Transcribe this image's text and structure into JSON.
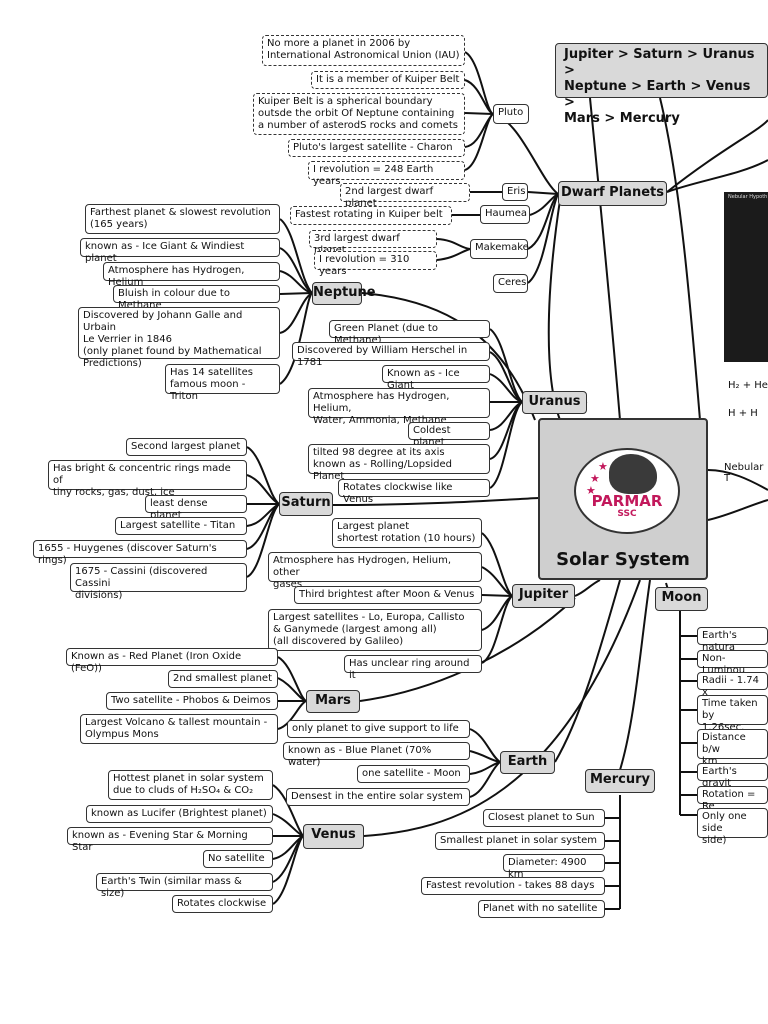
{
  "summary": "Jupiter > Saturn > Uranus >\nNeptune > Earth > Venus >\nMars > Mercury",
  "center": {
    "title": "Solar System",
    "logo_text": "PARMAR",
    "logo_sub": "SSC"
  },
  "nebular": {
    "caption": "Nebular Hypoth",
    "eq1": "H₂ + He",
    "eq2": "H + H",
    "label": "Nebular T"
  },
  "nodes": {
    "dwarf": "Dwarf Planets",
    "pluto": "Pluto",
    "eris": "Eris",
    "haumea": "Haumea",
    "makemake": "Makemake",
    "ceres": "Ceres",
    "neptune": "Neptune",
    "uranus": "Uranus",
    "saturn": "Saturn",
    "jupiter": "Jupiter",
    "mars": "Mars",
    "earth": "Earth",
    "venus": "Venus",
    "mercury": "Mercury",
    "moon": "Moon"
  },
  "pluto_facts": [
    "No more a planet in 2006 by\nInternational Astronomical Union (IAU)",
    "It is a member of Kuiper Belt",
    "Kuiper Belt is a spherical boundary\noutsde the orbit Of Neptune containing\na number of asterodS rocks and comets",
    "Pluto's largest satellite - Charon",
    "I revolution = 248 Earth years"
  ],
  "eris_facts": [
    "2nd largest dwarf planet"
  ],
  "haumea_facts": [
    "Fastest rotating in Kuiper belt"
  ],
  "makemake_facts": [
    "3rd largest dwarf planet",
    "I revolution = 310 years"
  ],
  "neptune_facts": [
    "Farthest planet & slowest revolution\n(165 years)",
    "known as - Ice Giant & Windiest planet",
    "Atmosphere has Hydrogen, Helium",
    "Bluish in colour due to Methane",
    "Discovered by Johann Galle and Urbain\nLe Verrier in 1846\n(only planet found by Mathematical\nPredictions)",
    "Has 14 satellites\nfamous moon - Triton"
  ],
  "uranus_facts": [
    "Green Planet (due to Methane)",
    "Discovered by William Herschel in 1781",
    "Known as - Ice Giant",
    "Atmosphere has Hydrogen, Helium,\nWater, Ammonia, Methane",
    "Coldest planet",
    "tilted 98 degree at its axis\nknown as - Rolling/Lopsided Planet",
    "Rotates clockwise like Venus"
  ],
  "saturn_facts": [
    "Second largest planet",
    "Has bright & concentric rings made of\ntiny rocks, gas, dust, ice",
    "least dense planet",
    "Largest satellite - Titan",
    "1655 - Huygenes (discover Saturn's rings)",
    "1675 - Cassini (discovered Cassini\ndivisions)"
  ],
  "jupiter_facts": [
    "Largest planet\nshortest rotation (10 hours)",
    "Atmosphere has Hydrogen, Helium, other\ngases",
    "Third brightest after Moon & Venus",
    "Largest satellites - Lo, Europa, Callisto\n& Ganymede (largest among all)\n(all discovered by Galileo)",
    "Has unclear ring around it"
  ],
  "mars_facts": [
    "Known as - Red Planet (Iron Oxide (FeO))",
    "2nd smallest planet",
    "Two satellite - Phobos & Deimos",
    "Largest Volcano & tallest mountain -\nOlympus Mons"
  ],
  "earth_facts": [
    "only planet to give support to life",
    "known as - Blue Planet (70% water)",
    "one satellite - Moon",
    "Densest in the entire solar system"
  ],
  "venus_facts": [
    "Hottest planet in solar system\ndue to cluds of H₂SO₄ & CO₂",
    "known as Lucifer (Brightest planet)",
    "known as - Evening Star & Morning Star",
    "No satellite",
    "Earth's Twin (similar mass & size)",
    "Rotates clockwise"
  ],
  "mercury_facts": [
    "Closest planet to Sun",
    "Smallest planet in solar system",
    "Diameter: 4900 km",
    "Fastest revolution - takes 88 days",
    "Planet with no satellite"
  ],
  "moon_facts": [
    "Earth's natura",
    "Non-Luminou",
    "Radii - 1.74 x",
    "Time taken by\n1.26sec.",
    "Distance b/w\nkm",
    "Earth's gravit",
    "Rotation = Re",
    " Only one side\nside)"
  ]
}
